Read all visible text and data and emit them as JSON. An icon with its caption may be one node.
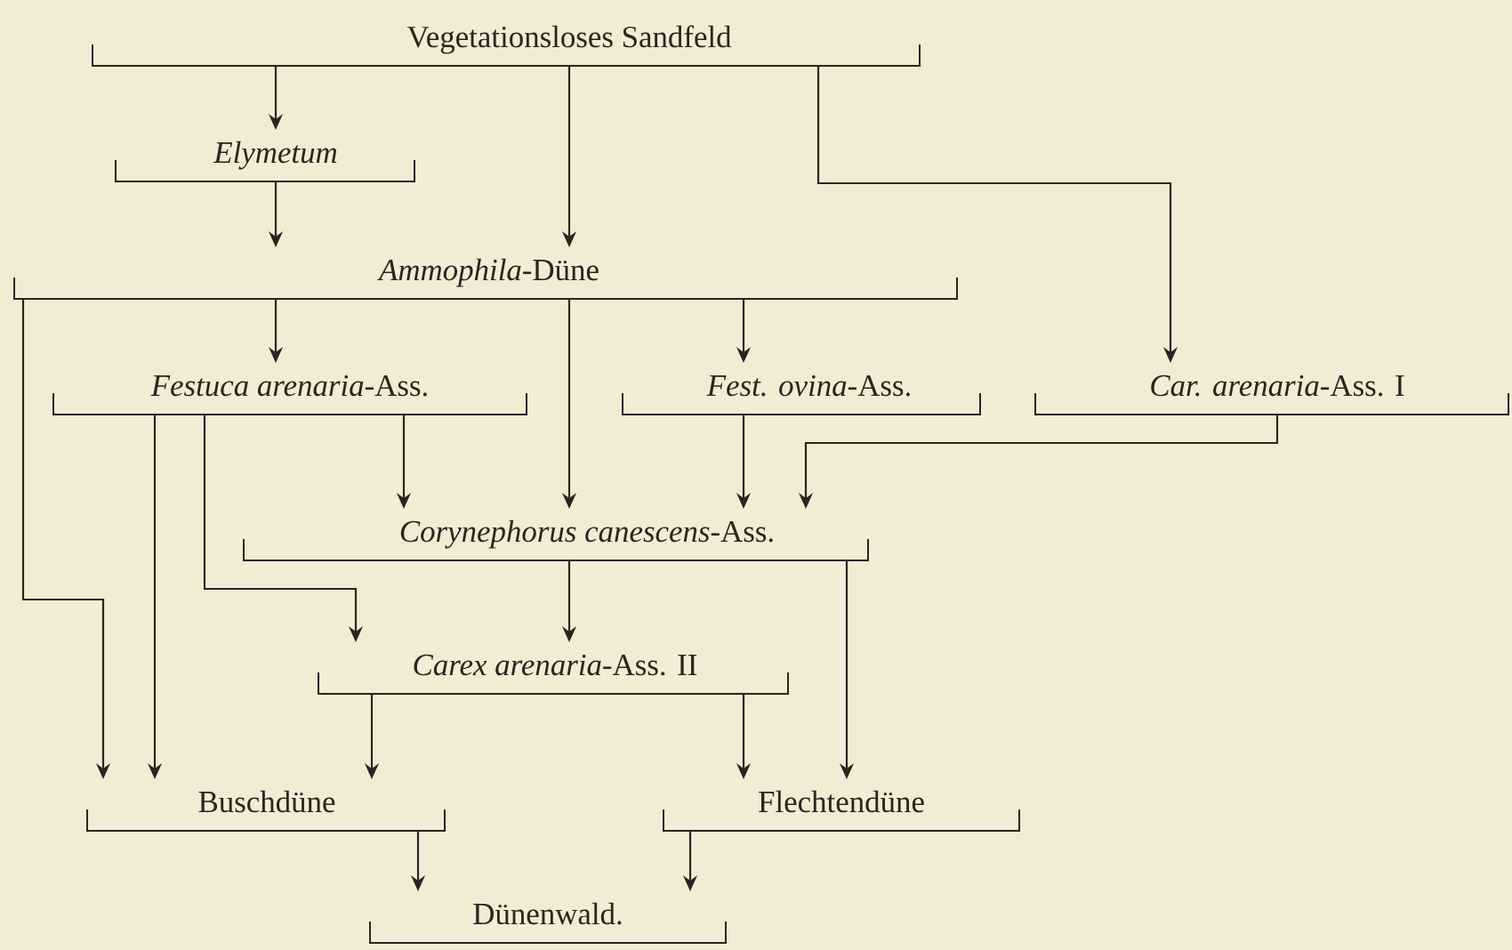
{
  "diagram": {
    "nodes": [
      {
        "text": [
          "Vegetationsloses Sandfeld"
        ]
      },
      {
        "text": [
          "Elymetum"
        ]
      },
      {
        "text": [
          "*Ammophila*-Düne"
        ]
      },
      {
        "text": [
          "*Festuca arenaria*-Ass."
        ]
      },
      {
        "text": [
          "*Fest. ovina*-Ass."
        ]
      },
      {
        "text": [
          "*Car. arenaria*-Ass. I"
        ]
      },
      {
        "text": [
          "*Corynephorus canescens*-Ass."
        ]
      },
      {
        "text": [
          "*Carex arenaria*-Ass. II"
        ]
      },
      {
        "text": [
          "Buschdüne"
        ]
      },
      {
        "text": [
          "Flechtendüne"
        ]
      },
      {
        "text": [
          "Dünenwald."
        ]
      }
    ],
    "edges": [
      {
        "from": 0,
        "to": 1,
        "arrow": "to"
      },
      {
        "from": 0,
        "to": 2,
        "arrow": "to"
      },
      {
        "from": 0,
        "to": 5,
        "arrow": "to"
      },
      {
        "from": 1,
        "to": 2,
        "arrow": "to"
      },
      {
        "from": 2,
        "to": 3,
        "arrow": "to"
      },
      {
        "from": 2,
        "to": 4,
        "arrow": "to"
      },
      {
        "from": 2,
        "to": 6,
        "arrow": "to"
      },
      {
        "from": 2,
        "to": 8,
        "arrow": "to"
      },
      {
        "from": 3,
        "to": 8,
        "arrow": "to"
      },
      {
        "from": 3,
        "to": 7,
        "arrow": "to"
      },
      {
        "from": 3,
        "to": 6,
        "arrow": "to"
      },
      {
        "from": 4,
        "to": 6,
        "arrow": "to"
      },
      {
        "from": 5,
        "to": 6,
        "arrow": "to"
      },
      {
        "from": 6,
        "to": 7,
        "arrow": "to"
      },
      {
        "from": 6,
        "to": 9,
        "arrow": "to"
      },
      {
        "from": 7,
        "to": 8,
        "arrow": "to"
      },
      {
        "from": 7,
        "to": 9,
        "arrow": "to"
      },
      {
        "from": 8,
        "to": 10,
        "arrow": "to"
      },
      {
        "from": 9,
        "to": 10,
        "arrow": "to"
      }
    ]
  }
}
